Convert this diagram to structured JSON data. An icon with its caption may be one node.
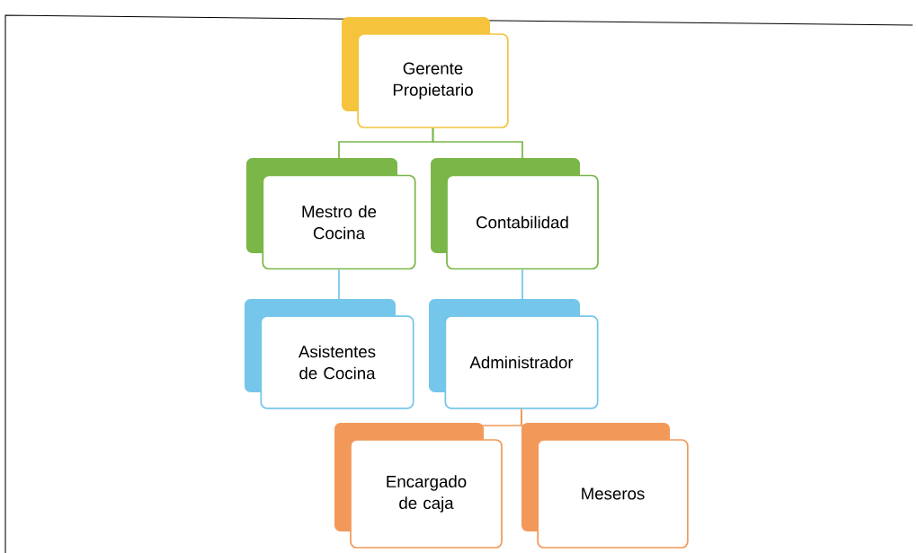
{
  "diagram": {
    "nodes": [
      {
        "text": [
          "Gerente Propietario"
        ]
      },
      {
        "text": [
          "Mestro de Cocina"
        ]
      },
      {
        "text": [
          "Contabilidad"
        ]
      },
      {
        "text": [
          "Asistentes de Cocina"
        ]
      },
      {
        "text": [
          "Administrador"
        ]
      },
      {
        "text": [
          "Encargado de caja"
        ]
      },
      {
        "text": [
          "Meseros"
        ]
      }
    ],
    "edges": [
      {
        "from": 0,
        "to": 1,
        "arrow": "none",
        "color": "#7ab648"
      },
      {
        "from": 0,
        "to": 2,
        "arrow": "none",
        "color": "#7ab648"
      },
      {
        "from": 1,
        "to": 3,
        "arrow": "none",
        "color": "#74c6ea"
      },
      {
        "from": 2,
        "to": 4,
        "arrow": "none",
        "color": "#74c6ea"
      },
      {
        "from": 4,
        "to": 5,
        "arrow": "none",
        "color": "#f2995a"
      },
      {
        "from": 4,
        "to": 6,
        "arrow": "none",
        "color": "#f2995a"
      }
    ]
  }
}
